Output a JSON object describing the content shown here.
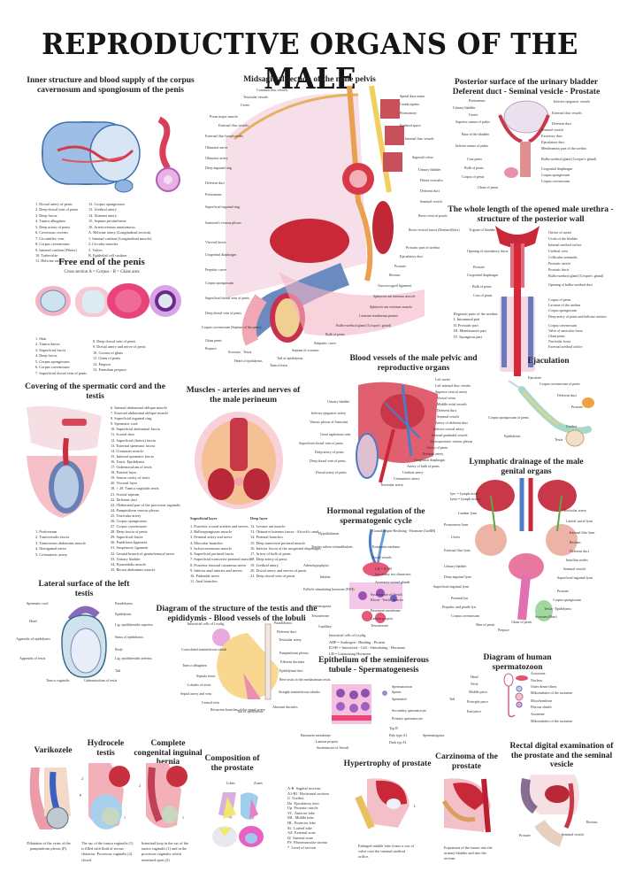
{
  "poster": {
    "title": "REPRODUCTIVE ORGANS OF THE MALE",
    "colors": {
      "background": "#ffffff",
      "title_text": "#151515",
      "tissue_red": "#c8283a",
      "tissue_pink": "#f2a7b4",
      "vein_blue": "#4a7cc8",
      "nerve_yellow": "#f0d060",
      "lymph_green": "#5aa845",
      "bone_tan": "#e9c98a"
    }
  },
  "panels": {
    "inner_structure": {
      "title": "Inner structure and blood supply of the corpus cavernosum and spongiosum of the penis",
      "legend_left": [
        "1. Dorsal artery of penis",
        "2. Deep dorsal vein of penis",
        "3. Deep fascia",
        "4. Tunica albuginea",
        "5. Deep artery of penis",
        "6. Cavernous caverns",
        "7. Circumflex vein",
        "8. Corpus cavernosum",
        "9. Internal cushion (Fibers)",
        "10. Trabeculae",
        "11. Helicine arteries"
      ],
      "legend_right": [
        "12. Corpus spongiosum",
        "13. Urethral artery",
        "14. Nutrient artery",
        "15. Septum pectiniforme",
        "16. Arteriovenous anastomosis",
        "A. Helicine artery (Longitudinal section)",
        "1. Internal cushion (Longitudinal muscle)",
        "2. Circular muscles",
        "3. Valves",
        "B. Epithelial cell cushion"
      ],
      "markers": [
        "A",
        "B"
      ]
    },
    "free_end": {
      "title": "Free end of the penis",
      "subtitle": "Cross section A = Corpus - B = Glans area",
      "legend_left": [
        "1. Skin",
        "2. Tunica dartos",
        "3. Superficial fascia",
        "4. Deep fascia",
        "5. Corpus spongiosum",
        "6. Corpus cavernosum",
        "7. Superficial dorsal vein of penis"
      ],
      "legend_right": [
        "8. Deep dorsal vein of penis",
        "9. Dorsal artery and nerve of penis",
        "10. Corona of glans",
        "11. Glans of penis",
        "12. Prepuce",
        "13. Frenulum prepuce"
      ],
      "markers": [
        "A",
        "B"
      ]
    },
    "covering": {
      "title": "Covering of the spermatic cord and the testis",
      "legend_left": [
        "1. Peritoneum",
        "2. Transversalis fascia",
        "3. Transversus abdominis muscle",
        "4. Ilioinguinal nerve",
        "5. Cremasteric artery"
      ],
      "legend_right": [
        "6. Internal abdominal oblique muscle",
        "7. External abdominal oblique muscle",
        "8. Superficial inguinal ring",
        "9. Spermatic cord",
        "10. Superficial abdominal fascia",
        "11. Scrotal skin",
        "12. Superficial (dartos) fascia",
        "13. External spermatic fascia",
        "14. Cremaster muscle",
        "15. Internal spermatic fascia",
        "16. Testis. Epididymis",
        "17. Gubernaculum of testis",
        "18. Parietal layer",
        "19. Serous cavity of testis",
        "20. Visceral layer",
        "18. + 20. Tunica vaginalis testis",
        "21. Scrotal septum",
        "22. Deferent duct",
        "23. Obliterated part of the processus vaginalis",
        "24. Pampiniform venous plexus",
        "25. Testicular artery",
        "26. Corpus spongiosum",
        "27. Corpus cavernosum",
        "28. Deep fascia of penis",
        "29. Superficial fascia",
        "30. Fundiform ligament",
        "31. Suspensory ligament",
        "32. Genital branch of genitofemoral nerve",
        "33. Urinary bladder",
        "34. Pyramidalis muscle",
        "35. Rectus abdominis muscle"
      ]
    },
    "lateral_testis": {
      "title": "Lateral surface of the left testis",
      "labels_left": [
        "Spermatic cord",
        "Head",
        "Appendix of epididymis",
        "Appendix of testis",
        "Tunica vaginalis"
      ],
      "labels_right": [
        "Paradidymis",
        "Epididymis",
        "Lig. epididymidis superius",
        "Sinus of epididymis",
        "Body",
        "Lig. epididymidis inferius",
        "Tail",
        "Gubernaculum of testis"
      ]
    },
    "midsagittal": {
      "title": "Midsagittal section of the male pelvis",
      "labels_left": [
        "Common iliac vessels",
        "Testicular vessels",
        "Ureter",
        "Psoas major muscle",
        "External iliac vessels",
        "External iliac lymph nodes",
        "Obturator nerve",
        "Obturator artery",
        "Deep inguinal ring",
        "Deferent duct",
        "Peritoneum",
        "Superficial inguinal ring",
        "Santorini's venous plexus",
        "Visceral fascia",
        "Urogenital diaphragm",
        "Prepubic curve",
        "Corpus spongiosum",
        "Superficial dorsal vein of penis",
        "Deep dorsal vein of penis",
        "Corpus cavernosum (Septum of the penis)",
        "Glans penis",
        "Prepuce"
      ],
      "labels_right": [
        "Spinal dura mater",
        "Cauda equina",
        "Promontory",
        "Epidural space",
        "Internal iliac vessels",
        "Sigmoid colon",
        "Urinary bladder",
        "Fibrae vesicales",
        "Deferent duct",
        "Seminal vesicle",
        "Recto-vesical pouch",
        "Recto-vesical fascia (Denonvilliers)",
        "Prostatic part of urethra",
        "Ejaculatory duct",
        "Prostate",
        "Rectum",
        "Anococcygeal ligament",
        "Sphincter ani internus muscle",
        "Sphincter ani externus muscle",
        "Centrum tendineum perinei",
        "Bulbo-urethral gland (Cowper's gland)",
        "Bulb of penis",
        "Subpubic curve",
        "Septum of scrotum",
        "Tail of epididymis",
        "Tunica testis"
      ],
      "labels_bottom": [
        "Scrotum",
        "Testis",
        "Head of epididymis"
      ]
    },
    "posterior_bladder": {
      "title": "Posterior surface of the urinary bladder Deferent duct - Seminal vesicle - Prostate",
      "labels_left": [
        "Peritoneum",
        "Urinary bladder",
        "Ureter",
        "Superior ramus of pubis",
        "Base of the bladder",
        "Inferior ramus of pubis",
        "Crus penis",
        "Bulb of penis",
        "Corpus of penis",
        "Glans of penis"
      ],
      "labels_right": [
        "Inferior epigastric vessels",
        "External iliac vessels",
        "Deferent duct",
        "Seminal vesicle",
        "Excretory duct",
        "Ejaculatory duct",
        "Membranous part of the urethra",
        "Bulbo-urethral gland (Cowper's gland)",
        "Urogenital diaphragm",
        "Corpus spongiosum",
        "Corpus cavernosum"
      ]
    },
    "urethra": {
      "title": "The whole length of the opened male urethra - structure of the posterior wall",
      "labels_left": [
        "Trigone of bladder",
        "Opening of ejaculatory ducts",
        "Prostate",
        "Urogenital diaphragm",
        "Bulb of penis",
        "Crus of penis"
      ],
      "labels_right": [
        "Orifice of ureter",
        "Uvula of the bladder",
        "Internal urethral orifice",
        "Urethral crest",
        "Colliculus seminalis",
        "Prostatic utricle",
        "Prostatic ducts",
        "Bulbo-urethral gland (Cowper's gland)",
        "Opening of bulbo-urethral duct",
        "Corpus of penis",
        "Lacunae of the urethra",
        "Corpus spongiosum",
        "Deep artery of penis and helicine arteries",
        "Corpus cavernosum",
        "Valve of navicular fossa",
        "Glans penis",
        "Navicular fossa",
        "External urethral orifice"
      ],
      "regions_title": "Regional parts of the urethra:",
      "regions": [
        "I. Intramural part",
        "II. Prostatic part",
        "III. Membranous part",
        "IV. Spongious part"
      ],
      "roman_markers": [
        "I",
        "II",
        "III",
        "IV"
      ]
    },
    "blood_vessels": {
      "title": "Blood vessels of the male pelvic and reproductive organs",
      "labels_left": [
        "Urinary bladder",
        "Inferior epigastric artery",
        "Venous plexus of Santorini",
        "Great saphenous vein",
        "Superficial dorsal vein of penis",
        "Deep artery of penis",
        "Deep dorsal vein of penis",
        "Dorsal artery of penis"
      ],
      "labels_right": [
        "Left ureter",
        "Left internal iliac vessels",
        "Superior vesical artery",
        "Vesical veins",
        "Middle rectal vessels",
        "Deferent duct",
        "Seminal vesicle",
        "Artery of deferent duct",
        "Inferior vesical artery",
        "Internal pudendal vessels",
        "Vesicoprostatic venous plexus",
        "Artery of penis",
        "Perineal artery",
        "Urogenital diaphragm",
        "Artery of bulb of penis",
        "Urethral artery",
        "Cremasteric artery",
        "Testicular artery"
      ]
    },
    "ejaculation": {
      "title": "Ejaculation",
      "labels": [
        "Ejaculate",
        "Corpus cavernosum of penis",
        "Deferent duct",
        "Prostate",
        "Corpus spongiosum of penis",
        "Urethra",
        "Epididymis",
        "Testis"
      ]
    },
    "perineum": {
      "title": "Muscles - arteries and nerves of the male perineum",
      "superficial_title": "Superficial layer",
      "superficial": [
        "1. Posterior scrotal arteries and nerves",
        "2. Bulbospongiosus muscle",
        "3. Perineal artery and nerve",
        "4. Muscular branches",
        "5. Ischiocavernosus muscle",
        "6. Superficial perineal fascia",
        "7. Superficial transverse perineal muscle",
        "8. Posterior femoral cutaneous nerve",
        "9. Inferior anal arteries and nerves",
        "10. Pudendal nerve",
        "11. Anal branches"
      ],
      "deep_title": "Deep layer",
      "deep": [
        "12. Levator ani muscle",
        "13. Obturator internus fascia - Alcock's canal",
        "14. Perineal branches",
        "15. Deep transverse perineal muscle",
        "16. Inferior fascia of the urogenital diaphragm",
        "17. Artery of bulb of penis",
        "18. Deep artery of penis",
        "19. Urethral artery",
        "20. Dorsal artery and nerves of penis",
        "21. Deep dorsal vein of penis"
      ]
    },
    "hormonal": {
      "title": "Hormonal regulation of the spermatogenic cycle",
      "labels_left": [
        "Hypothalamus",
        "Tractus tubero-infundibularis",
        "Adenohypophysis",
        "Inhibin",
        "Follicle stimulating hormone (FSH)",
        "Spermatogonia",
        "Testosterone",
        "Capillary"
      ],
      "labels_right": [
        "Gonadotropin-Realising - Hormone (GnRH)",
        "Eminentia mediana",
        "Portal vessels",
        "LH = ICSH",
        "Secondary sex characters",
        "Accessory sexual glands",
        "Sustentacyte of Sertoli",
        "Blood - Testis - Barrier",
        "Basement membrane",
        "Lamina propria",
        "Testosterone"
      ],
      "bottom_label": "Interstitial cells of Leydig",
      "abbreviations": [
        "ABP = Androgen - Binding - Protein",
        "ICSH = Interstitial - Cell - Stimulating - Hormone",
        "LH = Luteinizing Hormone"
      ]
    },
    "lymphatic": {
      "title": "Lymphatic drainage of the male genital organs",
      "key": [
        "lyn. = lymph node",
        "lynn = lymph nodes"
      ],
      "labels_left": [
        "Lumbar lynn",
        "Promontory lynn",
        "Ureter",
        "External iliac lynn",
        "Urinary bladder",
        "Deep inguinal lynn",
        "Superficial inguinal lynn",
        "Perineal lyn",
        "Prepubic and penile lyn",
        "Corpus cavernosum",
        "Skin of penis"
      ],
      "labels_right": [
        "Testicular artery",
        "Lateral sacral lynn",
        "Internal iliac lynn",
        "Rectum",
        "Deferent duct",
        "Interiliac nodes",
        "Seminal vesicle",
        "Superficial inguinal lynn",
        "Prostate",
        "Corpus spongiosum",
        "Testis - Epididymis",
        "Scrotum (Skin)",
        "Glans of penis"
      ],
      "bottom_label": "Prepuce"
    },
    "structure_testis": {
      "title": "Diagram of the structure of the testis and the epididymis - Blood vessels of the lobuli",
      "labels_left": [
        "Interstitial cells of Leydig",
        "Convoluted seminiferous tubule",
        "Tunica albuginea",
        "Septula testis",
        "Lobules of testis",
        "Septal artery and vein",
        "Central vein",
        "Recurrent branches of the septal artery"
      ],
      "labels_right": [
        "Paradidymis",
        "Deferent duct",
        "Testicular artery",
        "Pampiniform plexus",
        "Efferent ductules",
        "Epididymal duct",
        "Rete testis in the mediastinum testis",
        "Straight seminiferous tubules",
        "Aberrant ductules",
        "Tail of epididymis"
      ]
    },
    "epithelium": {
      "title": "Epithelium of the seminiferous tubule - Spermatogenesis",
      "labels_left": [
        "Basement membrane",
        "Lamina propria",
        "Sustentacyte of Sertoli"
      ],
      "labels_right": [
        "Spermatozoon",
        "Sperm",
        "Spermatid",
        "Secondary spermatocyte",
        "Primary spermatocyte",
        "Typ B",
        "Pale type A1",
        "Dark typ A1"
      ],
      "bracket_label": "Spermatogonia"
    },
    "spermatozoon": {
      "title": "Diagram of human spermatozoon",
      "labels_left": [
        "Head",
        "Neck",
        "Middle piece",
        "Principle piece",
        "End piece"
      ],
      "tail_label": "Tail",
      "labels_right": [
        "Acrosome",
        "Nucleus",
        "Outer dense fibres",
        "Mikrotubules of the axoneme",
        "Mitochondrion",
        "Fibrous sheath",
        "Axoneme",
        "Mikrotubules of the axoneme"
      ]
    },
    "varikozele": {
      "title": "Varikozele",
      "marker": "P",
      "caption": "Dilatation of the veins of the pampiniform plexus (P)."
    },
    "hydrocele": {
      "title": "Hydrocele testis",
      "markers": [
        "2",
        "1"
      ],
      "caption": "The sac of the tunica vaginalis (1) is filled with fluid of serous character. Processus vaginalis (2) closed."
    },
    "hernia": {
      "title": "Complete congenital inguinal hernia",
      "markers": [
        "2",
        "1"
      ],
      "caption": "Intestinal loop in the sac of the tunica vaginalis (1) and in the processus vaginalis which remained open (2)."
    },
    "composition": {
      "title": "Composition of the prostate",
      "col_labels": [
        "Lobes",
        "Zones"
      ],
      "fig_markers": [
        "A",
        "B",
        "A1",
        "B1"
      ],
      "legend": [
        {
          "abbr": "A-B",
          "text": "Sagittal sections"
        },
        {
          "abbr": "A1-B1",
          "text": "Horizontal sections"
        },
        {
          "abbr": "U",
          "text": "Urethra"
        },
        {
          "abbr": "Du",
          "text": "Ejaculatory duct"
        },
        {
          "abbr": "Up",
          "text": "Prostatic utricle"
        },
        {
          "abbr": "VL",
          "text": "Anterior lobe"
        },
        {
          "abbr": "ML",
          "text": "Middle lobe"
        },
        {
          "abbr": "HL",
          "text": "Posterior lobe"
        },
        {
          "abbr": "SL",
          "text": "Lateral lobe"
        },
        {
          "abbr": "AZ",
          "text": "External zone"
        },
        {
          "abbr": "IZ",
          "text": "Internal zone"
        },
        {
          "abbr": "FS",
          "text": "Fibromuscular stroma"
        },
        {
          "abbr": "*",
          "text": "Level of section"
        }
      ]
    },
    "hypertrophy": {
      "title": "Hypertrophy of prostate",
      "marker": "L",
      "caption": "Enlarged middle lobe forms a sort of valve over the internal urethral orifice."
    },
    "carcinoma": {
      "title": "Carzinoma of the prostate",
      "caption": "Expansion of the tumor into the urinary bladder and into the rectum."
    },
    "rectal_exam": {
      "title": "Rectal digital examination of the prostate and the seminal vesicle",
      "labels": [
        "Rectum",
        "Prostate",
        "Seminal vesicle"
      ]
    }
  }
}
